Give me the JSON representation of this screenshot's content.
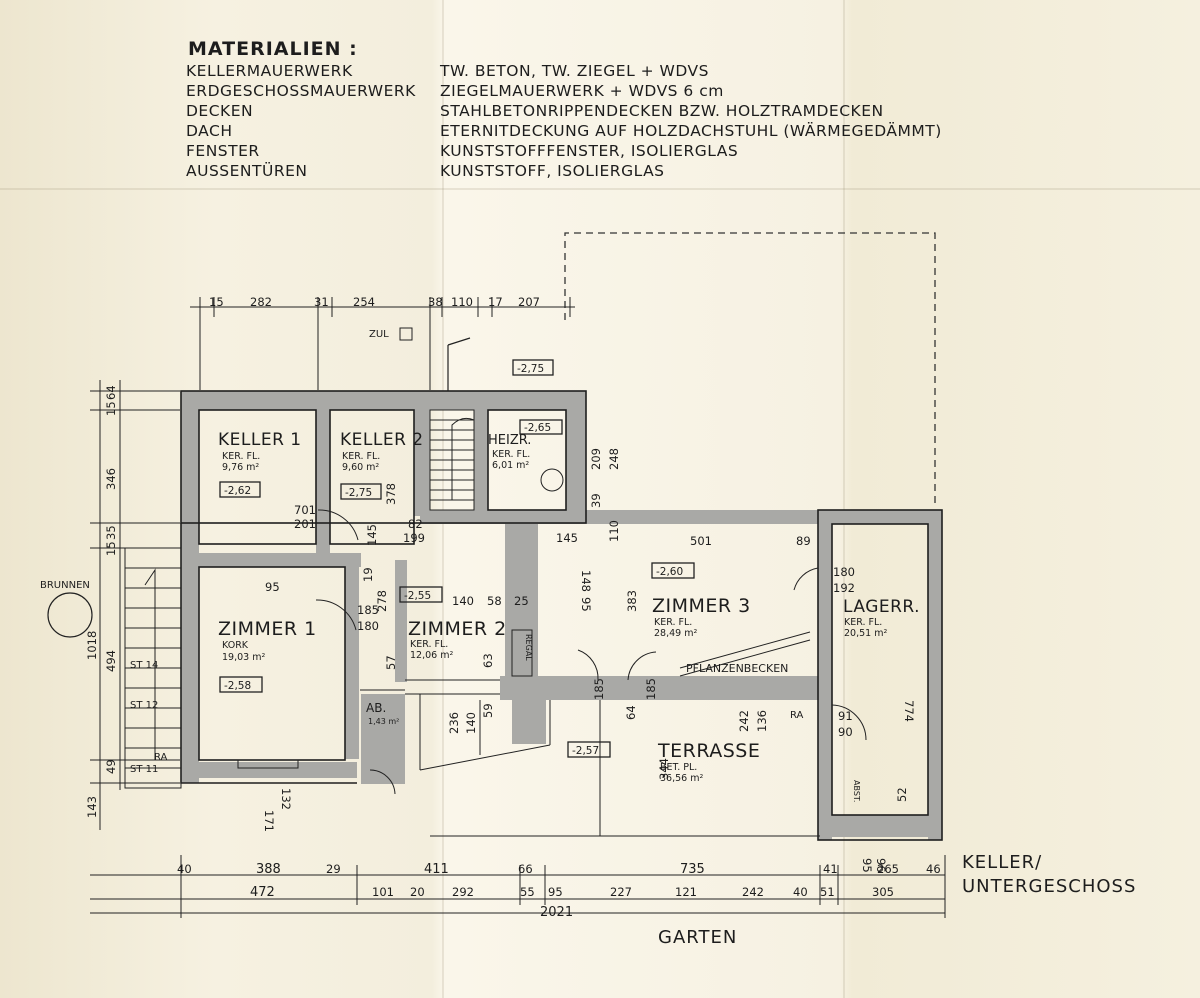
{
  "materials": {
    "title": "MATERIALIEN :",
    "rows": [
      {
        "key": "KELLERMAUERWERK",
        "value": "TW. BETON, TW. ZIEGEL + WDVS"
      },
      {
        "key": "ERDGESCHOSSMAUERWERK",
        "value": "ZIEGELMAUERWERK + WDVS 6 cm"
      },
      {
        "key": "DECKEN",
        "value": "STAHLBETONRIPPENDECKEN BZW. HOLZTRAMDECKEN"
      },
      {
        "key": "DACH",
        "value": "ETERNITDECKUNG AUF HOLZDACHSTUHL (WÄRMEGEDÄMMT)"
      },
      {
        "key": "FENSTER",
        "value": "KUNSTSTOFFFENSTER, ISOLIERGLAS"
      },
      {
        "key": "AUSSENTÜREN",
        "value": "KUNSTSTOFF, ISOLIERGLAS"
      }
    ]
  },
  "rooms": [
    {
      "name": "KELLER 1",
      "floor": "KER. FL.",
      "area": "9,76 m²",
      "level": "-2,62"
    },
    {
      "name": "KELLER 2",
      "floor": "KER. FL.",
      "area": "9,60 m²",
      "level": "-2,75"
    },
    {
      "name": "HEIZR.",
      "floor": "KER. FL.",
      "area": "6,01 m²",
      "level": "-2,65"
    },
    {
      "name": "ZIMMER 1",
      "floor": "KORK",
      "area": "19,03 m²",
      "level": "-2,58"
    },
    {
      "name": "ZIMMER 2",
      "floor": "KER. FL.",
      "area": "12,06 m²",
      "level": "-2,55"
    },
    {
      "name": "ZIMMER 3",
      "floor": "KER. FL.",
      "area": "28,49 m²",
      "level": "-2,60"
    },
    {
      "name": "LAGERR.",
      "floor": "KER. FL.",
      "area": "20,51 m²",
      "level": ""
    },
    {
      "name": "TERRASSE",
      "floor": "BET. PL.",
      "area": "36,56 m²",
      "level": "-2,57"
    }
  ],
  "labels": {
    "brunnen": "BRUNNEN",
    "ab": "AB.",
    "ab_area": "1,43 m²",
    "abst": "ABST.",
    "regal": "REGAL",
    "pflanzenbecken": "PFLANZENBECKEN",
    "zul": "ZUL",
    "stair_level": "-2,75",
    "garten": "GARTEN",
    "sheet_title_1": "KELLER/",
    "sheet_title_2": "UNTERGESCHOSS"
  },
  "steps": [
    "ST 14",
    "ST 12",
    "ST 11"
  ],
  "dims_top": [
    "15",
    "282",
    "31",
    "254",
    "38",
    "110",
    "17",
    "207"
  ],
  "dims_left": [
    "15",
    "64",
    "346",
    "35",
    "15",
    "494",
    "1018",
    "49",
    "143"
  ],
  "dims_bottom_row1": [
    "40",
    "388",
    "29",
    "411",
    "66",
    "735",
    "41",
    "265",
    "46"
  ],
  "dims_bottom_row2": [
    "472",
    "101",
    "20",
    "292",
    "55",
    "95",
    "227",
    "121",
    "242",
    "40",
    "51",
    "305"
  ],
  "dims_total": "2021",
  "dims_inner": [
    "209",
    "248",
    "39",
    "110",
    "145",
    "501",
    "89",
    "180",
    "192",
    "95",
    "185",
    "180",
    "278",
    "19",
    "57",
    "140",
    "58",
    "25",
    "383",
    "344",
    "242",
    "136",
    "774",
    "236",
    "140",
    "59",
    "63",
    "185",
    "64",
    "185",
    "171",
    "132",
    "91",
    "90",
    "52",
    "95",
    "96",
    "82",
    "199",
    "145",
    "378",
    "201",
    "701",
    "148",
    "95"
  ],
  "ra_marks": [
    "RA",
    "RA"
  ]
}
